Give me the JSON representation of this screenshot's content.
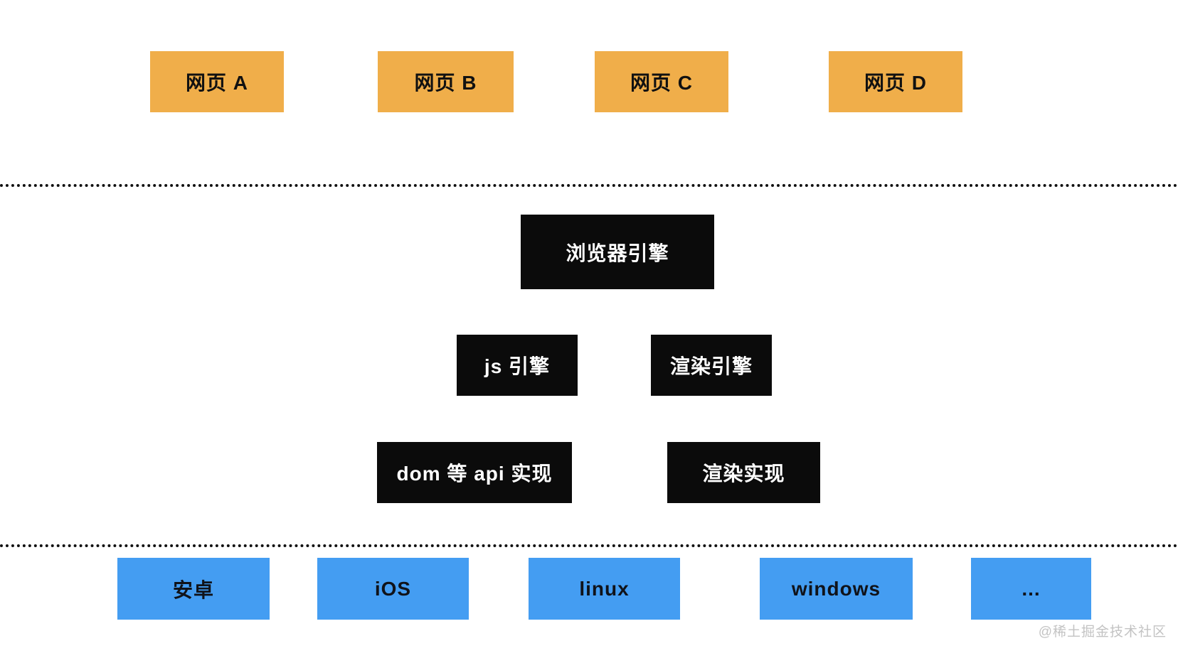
{
  "diagram": {
    "top_row": {
      "items": [
        {
          "label": "网页 A"
        },
        {
          "label": "网页 B"
        },
        {
          "label": "网页 C"
        },
        {
          "label": "网页 D"
        }
      ]
    },
    "engine_layer": {
      "browser_engine": "浏览器引擎",
      "js_engine": "js 引擎",
      "render_engine": "渲染引擎",
      "dom_api_impl": "dom 等 api 实现",
      "render_impl": "渲染实现"
    },
    "os_row": {
      "items": [
        {
          "label": "安卓"
        },
        {
          "label": "iOS"
        },
        {
          "label": "linux"
        },
        {
          "label": "windows"
        },
        {
          "label": "..."
        }
      ]
    },
    "watermark": "@稀土掘金技术社区",
    "colors": {
      "page_box": "#F0AE4A",
      "engine_box": "#0B0B0B",
      "os_box": "#449DF2",
      "watermark": "#C3C3C3"
    }
  }
}
